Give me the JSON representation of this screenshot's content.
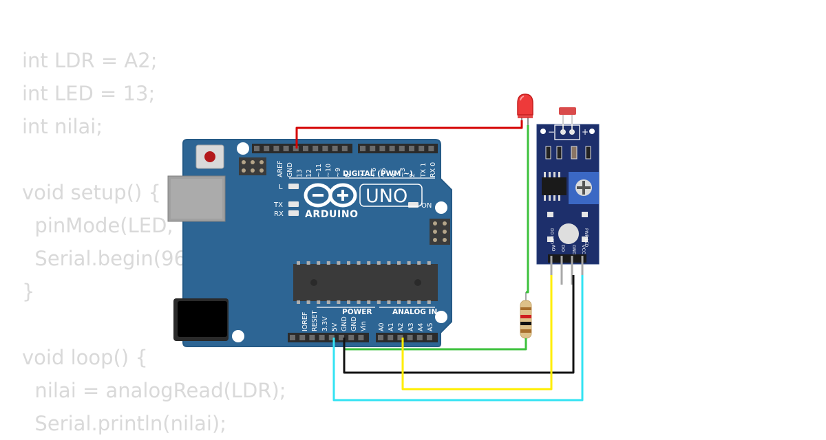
{
  "code_lines": [
    "int LDR = A2;",
    "int LED = 13;",
    "int nilai;",
    "",
    "void setup() {",
    "  pinMode(LED,",
    "  Serial.begin(96",
    "}",
    "",
    "void loop() {",
    "  nilai = analogRead(LDR);",
    "  Serial.println(nilai);"
  ],
  "arduino": {
    "logo_text": "ARDUINO",
    "model": "UNO",
    "digital_header": "DIGITAL (PWM ~)",
    "power_header": "POWER",
    "analog_header": "ANALOG IN",
    "led_labels": {
      "l": "L",
      "tx": "TX",
      "rx": "RX",
      "on": "ON"
    },
    "digital_pins": [
      "AREF",
      "GND",
      "13",
      "12",
      "~11",
      "~10",
      "~9",
      "8",
      "7",
      "~6",
      "~5",
      "4",
      "~3",
      "2",
      "TX 1",
      "RX 0"
    ],
    "power_pins": [
      "IOREF",
      "RESET",
      "3.3V",
      "5V",
      "GND",
      "GND",
      "Vin"
    ],
    "analog_pins": [
      "A0",
      "A1",
      "A2",
      "A3",
      "A4",
      "A5"
    ]
  },
  "sensor_module": {
    "pins": [
      "AO",
      "DO",
      "GND",
      "VCC"
    ],
    "led_labels": [
      "DO LED",
      "PWR LED"
    ],
    "top_marks": [
      "−",
      "+"
    ]
  },
  "wire_colors": {
    "red": "#d40000",
    "green": "#3cc13c",
    "black": "#111111",
    "yellow": "#ffee00",
    "cyan": "#33e3f3"
  },
  "colors": {
    "board": "#2d6594",
    "board_edge": "#255a86",
    "module": "#1d2f6b",
    "code_text": "#d9d9d9"
  }
}
